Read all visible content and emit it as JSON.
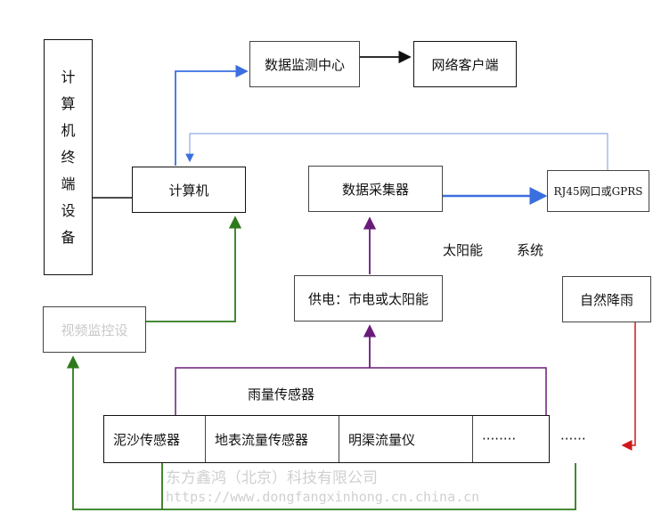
{
  "boxes": {
    "terminal": "计算机终端设备",
    "monitor_center": "数据监测中心",
    "network_client": "网络客户端",
    "computer": "计算机",
    "collector": "数据采集器",
    "rj45": "RJ45网口或GPRS",
    "power": "供电：市电或太阳能",
    "video": "视频监控设",
    "rain": "自然降雨"
  },
  "labels": {
    "solar": "太阳能",
    "system": "系统",
    "rain_sensor": "雨量传感器"
  },
  "sensors": [
    "泥沙传感器",
    "地表流量传感器",
    "明渠流量仪",
    "········",
    "······"
  ],
  "watermark": {
    "company": "东方鑫鸿（北京）科技有限公司",
    "url": "https://www.dongfangxinhong.cn.china.cn"
  },
  "colors": {
    "blue": "#3b6fe0",
    "light_blue": "#8fa9e6",
    "green": "#2d7a1d",
    "purple": "#6a1b7a",
    "red": "#d01818"
  }
}
